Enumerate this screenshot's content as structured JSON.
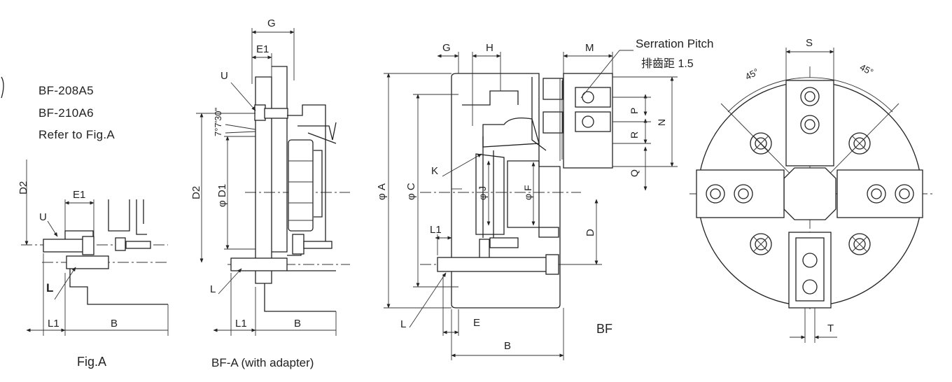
{
  "notes": {
    "line1": "BF-208A5",
    "line2": "BF-210A6",
    "line3": "Refer to Fig.A"
  },
  "captions": {
    "fig_a": "Fig.A",
    "bf_a": "BF-A (with adapter)",
    "bf": "BF"
  },
  "serration": {
    "title": "Serration Pitch",
    "value": "排齒距 1.5"
  },
  "figA": {
    "D2": "D2",
    "E1": "E1",
    "U": "U",
    "L": "L",
    "L1": "L1",
    "B": "B"
  },
  "bfa": {
    "G": "G",
    "E1": "E1",
    "U": "U",
    "angle": "7°7'30\"",
    "D2": "D2",
    "D1": "φ D1",
    "L": "L",
    "L1": "L1",
    "B": "B"
  },
  "bf": {
    "G": "G",
    "H": "H",
    "M": "M",
    "A": "φ A",
    "C": "φ C",
    "K": "K",
    "J": "φ J",
    "F": "φ F",
    "L1": "L1",
    "L": "L",
    "E": "E",
    "B": "B",
    "D": "D",
    "P": "P",
    "R": "R",
    "N": "N",
    "Q": "Q"
  },
  "front": {
    "S": "S",
    "T": "T",
    "angle_left": "45°",
    "angle_right": "45°"
  }
}
